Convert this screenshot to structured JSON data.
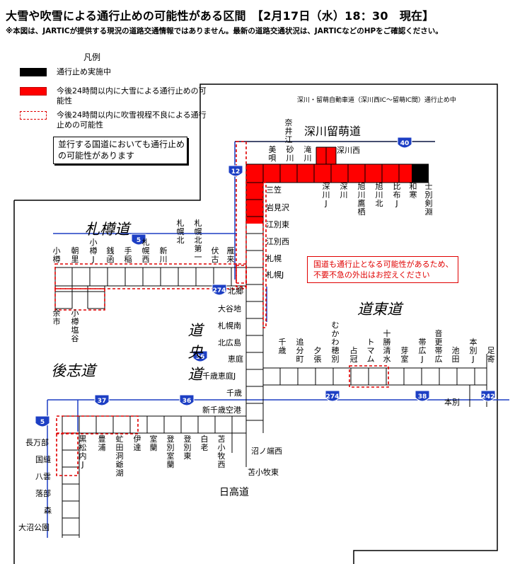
{
  "header": {
    "title": "大雪や吹雪による通行止めの可能性がある区間　【2月17日（水）18：30　現在】",
    "note": "※本図は、JARTICが提供する現況の道路交通情報ではありません。最新の道路交通状況は、JARTICなどのHPをご確認ください。"
  },
  "legend": {
    "title": "凡例",
    "items": [
      {
        "style": "black",
        "label": "通行止め実施中"
      },
      {
        "style": "red",
        "label": "今後24時間以内に大雪による通行止めの可能性"
      },
      {
        "style": "dashed",
        "label": "今後24時間以内に吹雪視程不良による通行止めの可能性"
      }
    ],
    "note": "並行する国道においても通行止めの可能性があります"
  },
  "colors": {
    "red": "#ff0000",
    "black": "#000000",
    "route_blue": "#1d3fc4",
    "line": "#000000"
  },
  "route_note": "深川・留萌自動車道（深川西IC〜留萌IC間）通行止め中",
  "warning": {
    "line1": "国道も通行止となる可能性があるため、",
    "line2": "不要不急の外出はお控えください"
  },
  "regions": {
    "sapporo_otaru": "札樽道",
    "doo": "道央道",
    "doto": "道東道",
    "goshi": "後志道",
    "fukagawa_rumoi": "深川留萌道",
    "hidaka": "日高道"
  },
  "route_shields": [
    "40",
    "12",
    "5",
    "274",
    "36",
    "37",
    "36",
    "274",
    "38",
    "242",
    "5"
  ],
  "ic": {
    "fukagawa_rumoi": [
      "奈井江",
      "美唄",
      "砂川",
      "滝川",
      "深川西"
    ],
    "doo_north": [
      "深川J",
      "深川",
      "旭川鷹栖",
      "旭川北",
      "比布J",
      "和寒",
      "士別剣淵"
    ],
    "doo_south_side": [
      "三笠",
      "岩見沢",
      "江別東",
      "江別西",
      "札幌",
      "札幌J",
      "北郷",
      "大谷地",
      "札幌南",
      "北広島",
      "恵庭",
      "千歳恵庭J",
      "千歳",
      "新千歳空港"
    ],
    "sapporo_otaru": [
      "小樽",
      "朝里",
      "小樽J",
      "銭函",
      "手稲",
      "札幌西",
      "新川",
      "札幌北",
      "札幌北第一",
      "伏古",
      "雁来"
    ],
    "goshi": [
      "余市",
      "小樽塩谷"
    ],
    "doto": [
      "千歳",
      "追分町",
      "夕張",
      "占冠",
      "トマム",
      "十勝清水",
      "芽室",
      "帯広J",
      "音更帯広",
      "池田",
      "本別J",
      "足寄",
      "むかわ穂別",
      "本別"
    ],
    "south": [
      "長万部",
      "国縫",
      "八雲",
      "落部",
      "森",
      "大沼公園",
      "黒松内J",
      "豊浦",
      "虻田洞爺湖",
      "伊達",
      "室蘭",
      "登別室蘭",
      "登別東",
      "白老",
      "苫小牧西",
      "苫小牧東",
      "沼ノ端西"
    ],
    "hidaka": "日高道"
  }
}
